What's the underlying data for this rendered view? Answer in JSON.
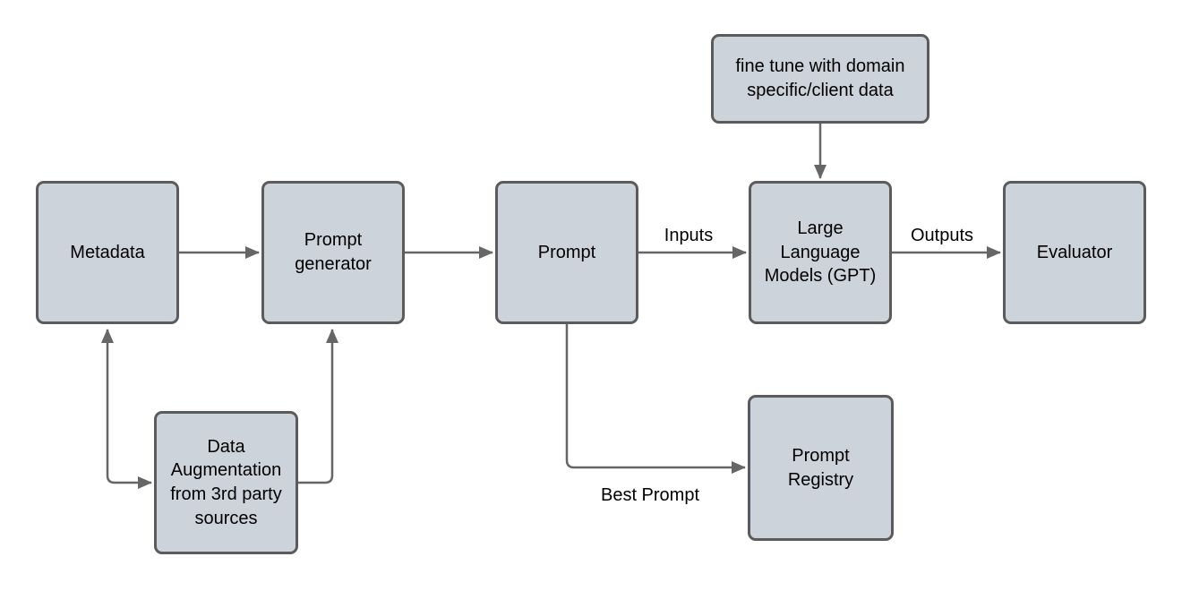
{
  "diagram": {
    "title": "LLM prompt engineering pipeline flowchart",
    "colors": {
      "node_fill": "#ccd3da",
      "node_border": "#5b5b5b",
      "arrow": "#666666",
      "text": "#000000",
      "background": "#ffffff"
    },
    "nodes": [
      {
        "id": "metadata",
        "label": "Metadata"
      },
      {
        "id": "prompt-generator",
        "label": "Prompt\ngenerator"
      },
      {
        "id": "prompt",
        "label": "Prompt"
      },
      {
        "id": "llm",
        "label": "Large\nLanguage\nModels (GPT)"
      },
      {
        "id": "evaluator",
        "label": "Evaluator"
      },
      {
        "id": "fine-tune",
        "label": "fine tune with domain\nspecific/client data"
      },
      {
        "id": "data-augmentation",
        "label": "Data\nAugmentation\nfrom 3rd party\nsources"
      },
      {
        "id": "prompt-registry",
        "label": "Prompt\nRegistry"
      }
    ],
    "edges": [
      {
        "from": "metadata",
        "to": "prompt-generator"
      },
      {
        "from": "prompt-generator",
        "to": "prompt"
      },
      {
        "from": "prompt",
        "to": "llm",
        "label": "Inputs"
      },
      {
        "from": "llm",
        "to": "evaluator",
        "label": "Outputs"
      },
      {
        "from": "fine-tune",
        "to": "llm"
      },
      {
        "from": "metadata",
        "to": "data-augmentation",
        "bidirectional": true
      },
      {
        "from": "data-augmentation",
        "to": "prompt-generator"
      },
      {
        "from": "prompt",
        "to": "prompt-registry",
        "label": "Best Prompt"
      }
    ]
  }
}
